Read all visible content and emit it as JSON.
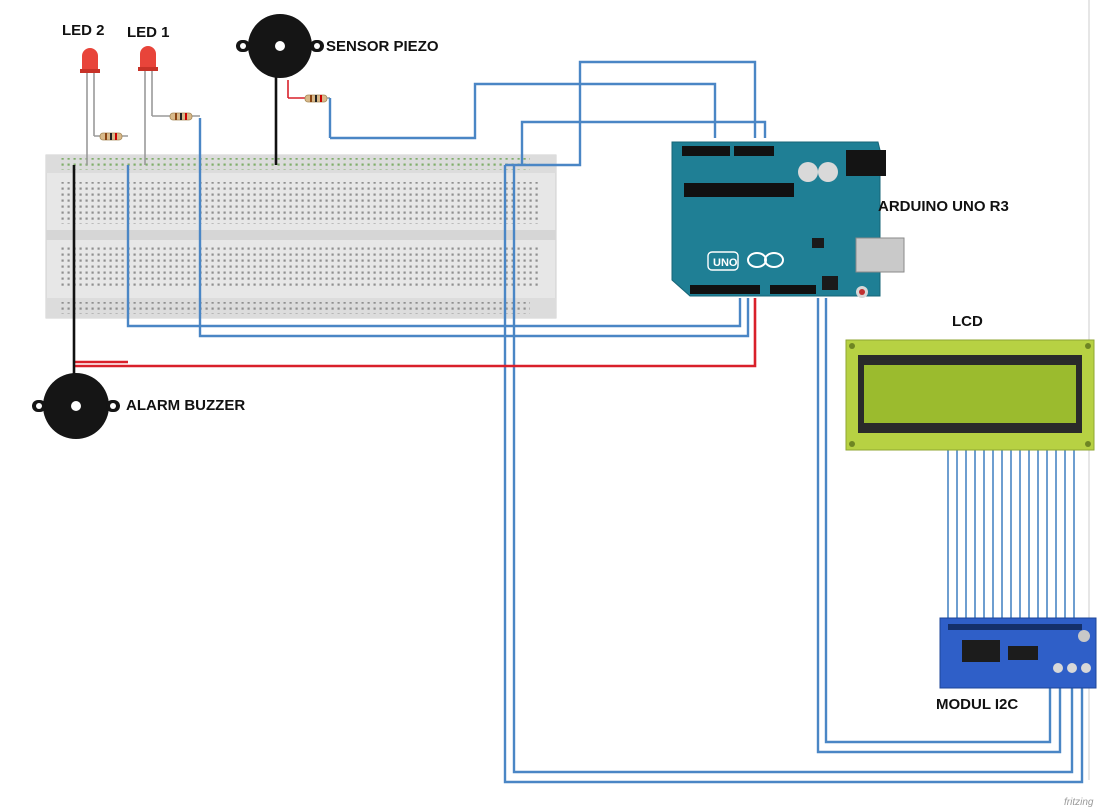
{
  "labels": {
    "led2": "LED 2",
    "led1": "LED 1",
    "sensor_piezo": "SENSOR PIEZO",
    "arduino": "ARDUINO UNO R3",
    "lcd": "LCD",
    "alarm_buzzer": "ALARM BUZZER",
    "modul_i2c": "MODUL I2C",
    "watermark": "fritzing",
    "board_logo": "UNO"
  },
  "colors": {
    "wire_blue": "#4a86c5",
    "wire_red": "#d9202a",
    "wire_black": "#111111",
    "led_red": "#e8443a",
    "arduino_teal": "#1f7f95",
    "lcd_green": "#b7d143",
    "lcd_screen": "#9bbb2e",
    "i2c_blue": "#2f5fc8",
    "breadboard": "#e7e7e7"
  },
  "icons": [
    "led-icon",
    "buzzer-icon",
    "resistor-icon",
    "breadboard",
    "arduino-board",
    "lcd-module",
    "i2c-module"
  ]
}
